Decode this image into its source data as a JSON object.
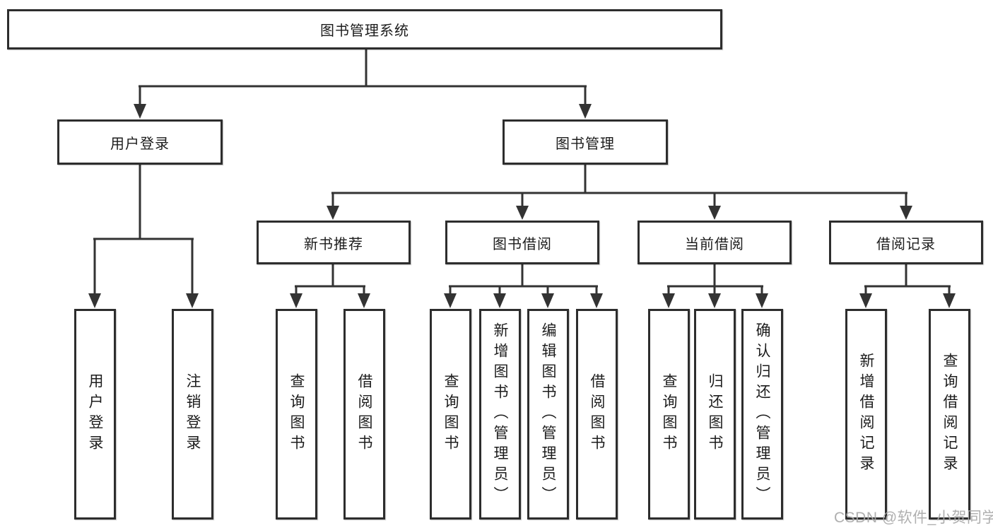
{
  "diagram": {
    "root": {
      "label": "图书管理系统"
    },
    "user_login": {
      "label": "用户登录",
      "children": [
        {
          "label": "用户登录"
        },
        {
          "label": "注销登录"
        }
      ]
    },
    "book_management": {
      "label": "图书管理",
      "sections": [
        {
          "label": "新书推荐",
          "children": [
            {
              "label": "查询图书"
            },
            {
              "label": "借阅图书"
            }
          ]
        },
        {
          "label": "图书借阅",
          "children": [
            {
              "label": "查询图书"
            },
            {
              "label": "新增图书（管理员）"
            },
            {
              "label": "编辑图书（管理员）"
            },
            {
              "label": "借阅图书"
            }
          ]
        },
        {
          "label": "当前借阅",
          "children": [
            {
              "label": "查询图书"
            },
            {
              "label": "归还图书"
            },
            {
              "label": "确认归还（管理员）"
            }
          ]
        },
        {
          "label": "借阅记录",
          "children": [
            {
              "label": "新增借阅记录"
            },
            {
              "label": "查询借阅记录"
            }
          ]
        }
      ]
    }
  },
  "watermark": {
    "text": "CSDN @软件_小贺同学"
  },
  "colors": {
    "line": "#333333",
    "box_border": "#2d2d2d",
    "text": "#1c1c1c",
    "watermark": "#a8a8a8",
    "background": "#ffffff"
  }
}
